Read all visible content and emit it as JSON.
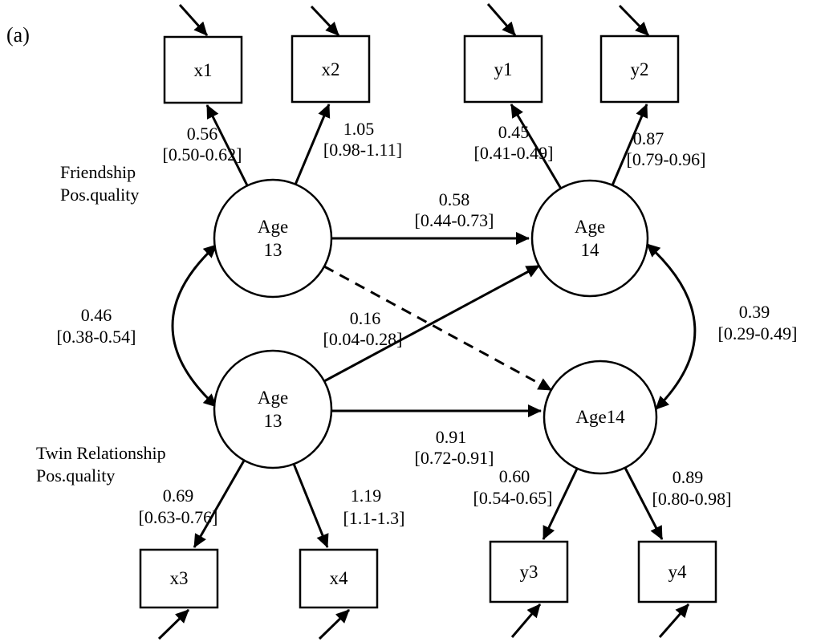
{
  "figure": {
    "panel_label": "(a)",
    "row_labels": {
      "friendship": [
        "Friendship",
        "Pos.quality"
      ],
      "twin": [
        "Twin Relationship",
        "Pos.quality"
      ]
    },
    "latents": {
      "friendship_13": {
        "line1": "Age",
        "line2": "13"
      },
      "friendship_14": {
        "line1": "Age",
        "line2": "14"
      },
      "twin_13": {
        "line1": "Age",
        "line2": "13"
      },
      "twin_14": {
        "line1": "Age14"
      }
    },
    "indicators": {
      "x1": "x1",
      "x2": "x2",
      "y1": "y1",
      "y2": "y2",
      "x3": "x3",
      "x4": "x4",
      "y3": "y3",
      "y4": "y4"
    },
    "estimates": {
      "x1": {
        "value": "0.56",
        "ci": "[0.50-0.62]"
      },
      "x2": {
        "value": "1.05",
        "ci": "[0.98-1.11]"
      },
      "y1": {
        "value": "0.45",
        "ci": "[0.41-0.49]"
      },
      "y2": {
        "value": "0.87",
        "ci": "[0.79-0.96]"
      },
      "x3": {
        "value": "0.69",
        "ci": "[0.63-0.76]"
      },
      "x4": {
        "value": "1.19",
        "ci": "[1.1-1.3]"
      },
      "y3": {
        "value": "0.60",
        "ci": "[0.54-0.65]"
      },
      "y4": {
        "value": "0.89",
        "ci": "[0.80-0.98]"
      },
      "friendship_stability": {
        "value": "0.58",
        "ci": "[0.44-0.73]"
      },
      "twin_stability": {
        "value": "0.91",
        "ci": "[0.72-0.91]"
      },
      "cross_lag": {
        "value": "0.16",
        "ci": "[0.04-0.28]"
      },
      "corr_age13": {
        "value": "0.46",
        "ci": "[0.38-0.54]"
      },
      "corr_age14": {
        "value": "0.39",
        "ci": "[0.29-0.49]"
      }
    }
  }
}
